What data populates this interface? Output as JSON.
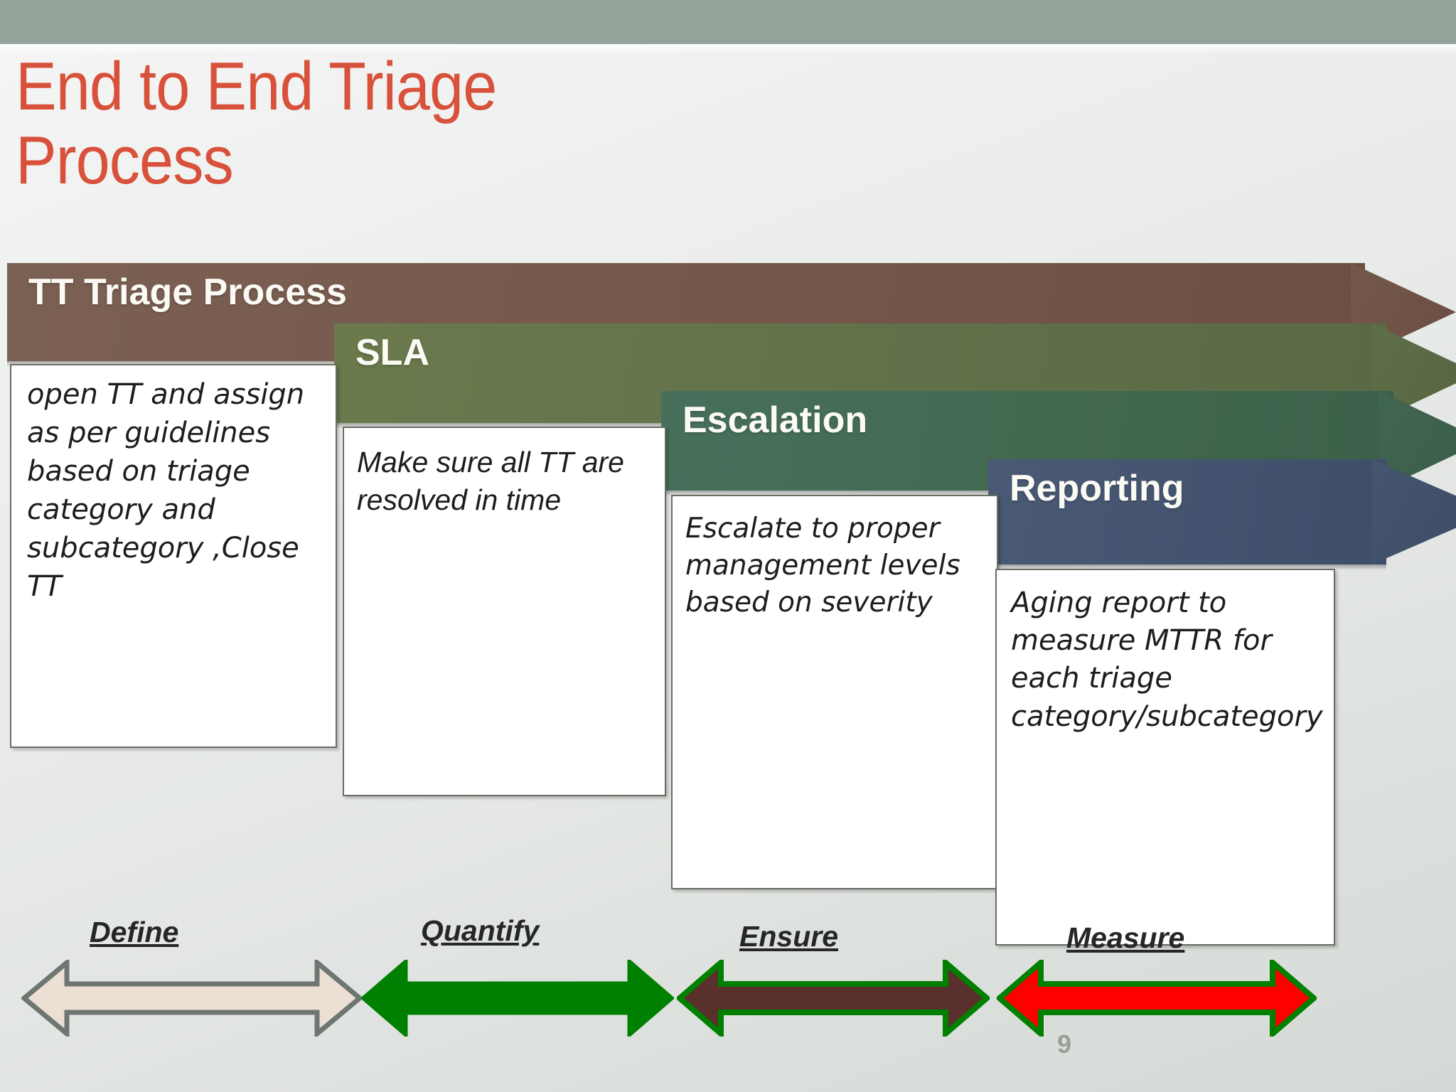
{
  "slide": {
    "title_line1": "End to End Triage",
    "title_line2": "Process",
    "title_color": "#d8513a",
    "page_number": "9",
    "top_bar_color": "#94a39a"
  },
  "stages": [
    {
      "band_label": "TT Triage Process",
      "band_color": "#77594c",
      "description": "open TT and assign as per guidelines based on triage category and subcategory ,Close TT"
    },
    {
      "band_label": "SLA",
      "band_color": "#62714a",
      "description": "Make sure all TT are resolved in time"
    },
    {
      "band_label": "Escalation",
      "band_color": "#42684f",
      "description": "Escalate to proper management levels based on severity"
    },
    {
      "band_label": "Reporting",
      "band_color": "#445470",
      "description": "Aging report to measure MTTR for each triage category/subcategory"
    }
  ],
  "bottom_arrows": [
    {
      "label": "Define",
      "fill": "#ece0d4",
      "stroke": "#6f7672"
    },
    {
      "label": "Quantify",
      "fill": "#008000",
      "stroke": "#008000"
    },
    {
      "label": "Ensure",
      "fill": "#5a302c",
      "stroke": "#008000"
    },
    {
      "label": "Measure",
      "fill": "#ff0000",
      "stroke": "#008000"
    }
  ]
}
